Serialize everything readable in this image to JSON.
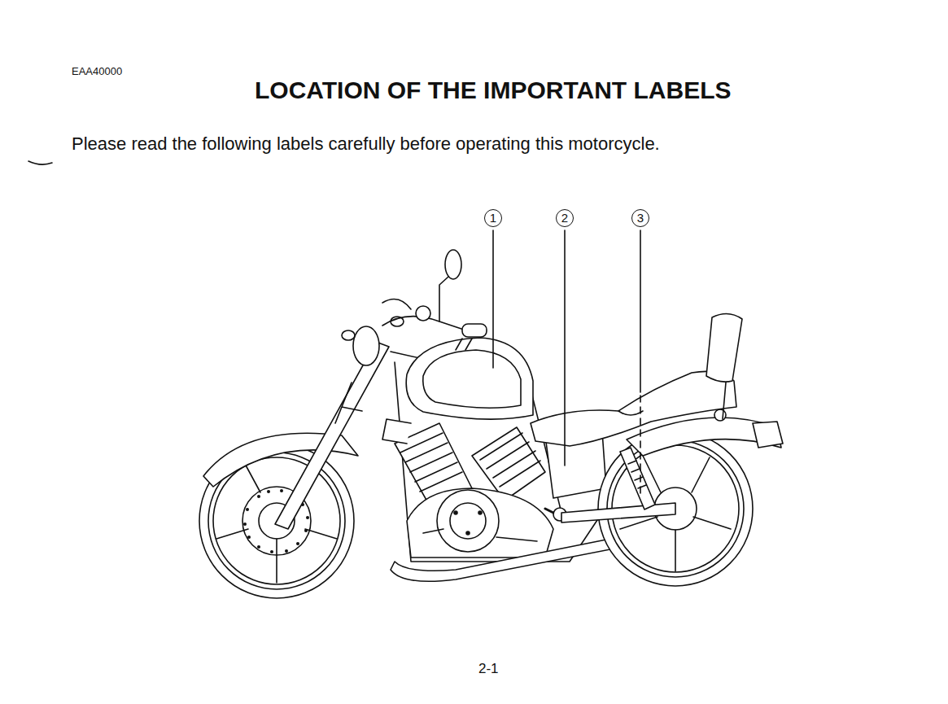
{
  "diagram": {
    "title": "LOCATION OF THE IMPORTANT LABELS",
    "labels": [
      "EAA40000",
      "Please read the following labels carefully before operating this motorcycle.",
      "1",
      "2",
      "3",
      "2-1"
    ]
  }
}
